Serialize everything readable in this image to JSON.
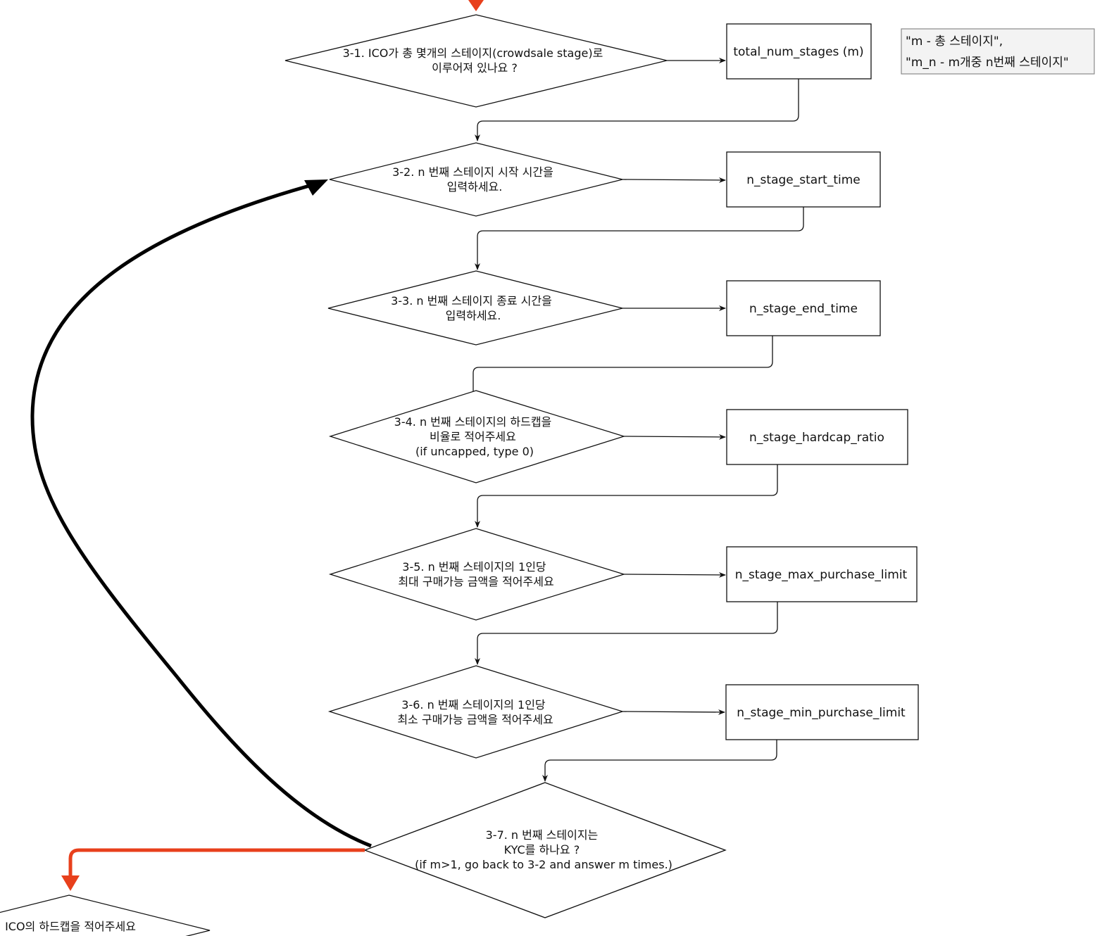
{
  "diagram": {
    "decisions": [
      {
        "id": "q3-1",
        "lines": [
          "3-1. ICO가 총 몇개의 스테이지(crowdsale stage)로",
          "이루어져 있나요 ?"
        ]
      },
      {
        "id": "q3-2",
        "lines": [
          "3-2. n 번째 스테이지 시작 시간을",
          "입력하세요."
        ]
      },
      {
        "id": "q3-3",
        "lines": [
          "3-3. n 번째 스테이지 종료 시간을",
          "입력하세요."
        ]
      },
      {
        "id": "q3-4",
        "lines": [
          "3-4. n 번째 스테이지의 하드캡을",
          "비율로 적어주세요",
          "(if uncapped, type 0)"
        ]
      },
      {
        "id": "q3-5",
        "lines": [
          "3-5. n 번째 스테이지의 1인당",
          "최대 구매가능 금액을 적어주세요"
        ]
      },
      {
        "id": "q3-6",
        "lines": [
          "3-6. n 번째 스테이지의 1인당",
          "최소 구매가능 금액을 적어주세요"
        ]
      },
      {
        "id": "q3-7",
        "lines": [
          "3-7. n 번째 스테이지는",
          "KYC를 하나요 ?",
          "(if m>1, go back to 3-2 and answer m times.)"
        ]
      },
      {
        "id": "next",
        "lines": [
          "ICO의 하드캡을 적어주세요"
        ]
      }
    ],
    "variables": [
      {
        "id": "v3-1",
        "label": "total_num_stages (m)"
      },
      {
        "id": "v3-2",
        "label": "n_stage_start_time"
      },
      {
        "id": "v3-3",
        "label": "n_stage_end_time"
      },
      {
        "id": "v3-4",
        "label": "n_stage_hardcap_ratio"
      },
      {
        "id": "v3-5",
        "label": "n_stage_max_purchase_limit"
      },
      {
        "id": "v3-6",
        "label": "n_stage_min_purchase_limit"
      }
    ],
    "note": {
      "lines": [
        "\"m - 총 스테이지\",",
        "\"m_n - m개중 n번째 스테이지\""
      ]
    },
    "colors": {
      "line": "#111111",
      "accent_red": "#e8401c",
      "loop": "#000000",
      "note_fill": "#f3f3f3"
    }
  }
}
